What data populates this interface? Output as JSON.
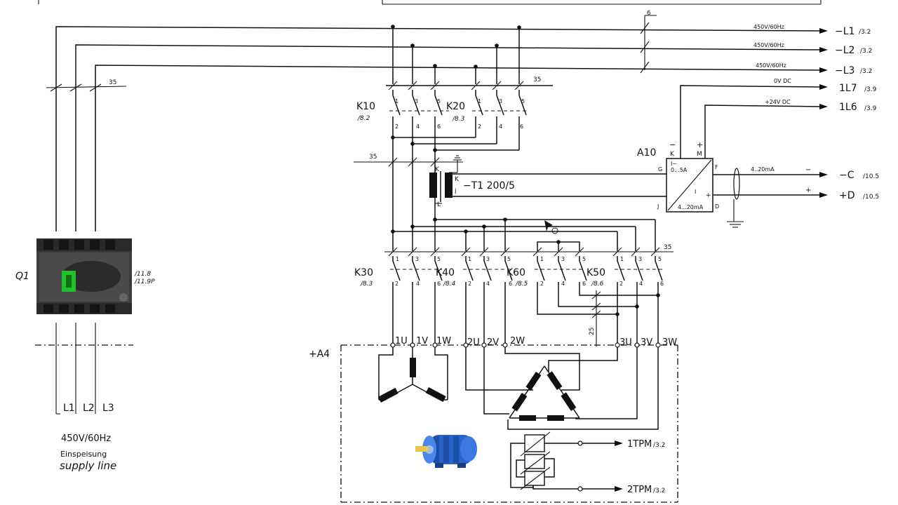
{
  "supply": {
    "lines": [
      {
        "name": "L1",
        "voltage": "450V/60Hz",
        "ref": "−L1",
        "page": "/3.2"
      },
      {
        "name": "L2",
        "voltage": "450V/60Hz",
        "ref": "−L2",
        "page": "/3.2"
      },
      {
        "name": "L3",
        "voltage": "450V/60Hz",
        "ref": "−L3",
        "page": "/3.2"
      }
    ],
    "bus_ref_top": "6",
    "cross_ref_35": "35",
    "caption_voltage": "450V/60Hz",
    "caption_de": "Einspeisung",
    "caption_en": "supply  line"
  },
  "q1": {
    "label": "Q1",
    "ref1": "/11.8",
    "ref2": "/11.9P"
  },
  "dc": {
    "line1": {
      "voltage": "0V DC",
      "ref": "1L7",
      "page": "/3.9"
    },
    "line2": {
      "voltage": "+24V DC",
      "ref": "1L6",
      "page": "/3.9"
    }
  },
  "a10": {
    "label": "A10",
    "k": "K",
    "m": "M",
    "minus": "−",
    "plus": "+",
    "in_range": "I~\n0...5A",
    "in_range_a": "I~",
    "in_range_b": "0...5A",
    "out_range": "4...20mA",
    "g": "G",
    "j": "J",
    "f": "F",
    "d": "D",
    "i": "I",
    "out_label": "4..20mA",
    "out_minus": "−",
    "out_plus": "+",
    "out_c": {
      "ref": "−C",
      "page": "/10.5"
    },
    "out_d": {
      "ref": "+D",
      "page": "/10.5"
    }
  },
  "ct": {
    "label": "−T1  200/5",
    "k_left": "K",
    "k_right": "K",
    "l_left": "L",
    "l_right": "l",
    "ref35": "35"
  },
  "contactors": {
    "k10": {
      "label": "K10",
      "ref": "/8.2"
    },
    "k20": {
      "label": "K20",
      "ref": "/8.3"
    },
    "k30": {
      "label": "K30",
      "ref": "/8.3"
    },
    "k40": {
      "label": "K40",
      "ref": "/8.4"
    },
    "k60": {
      "label": "K60",
      "ref": "/8.5"
    },
    "k50": {
      "label": "K50",
      "ref": "/8.6"
    },
    "top_ref": "35",
    "bot_ref": "35",
    "ref25": "25"
  },
  "contact_numbers": {
    "top": [
      "1",
      "3",
      "5"
    ],
    "bottom": [
      "2",
      "4",
      "6"
    ]
  },
  "motor": {
    "label": "+A4",
    "terminals": [
      "1U",
      "1V",
      "1W",
      "2U",
      "2V",
      "2W",
      "3U",
      "3V",
      "3W"
    ],
    "tpm1": {
      "ref": "1TPM",
      "page": "/3.2"
    },
    "tpm2": {
      "ref": "2TPM",
      "page": "/3.2"
    }
  }
}
